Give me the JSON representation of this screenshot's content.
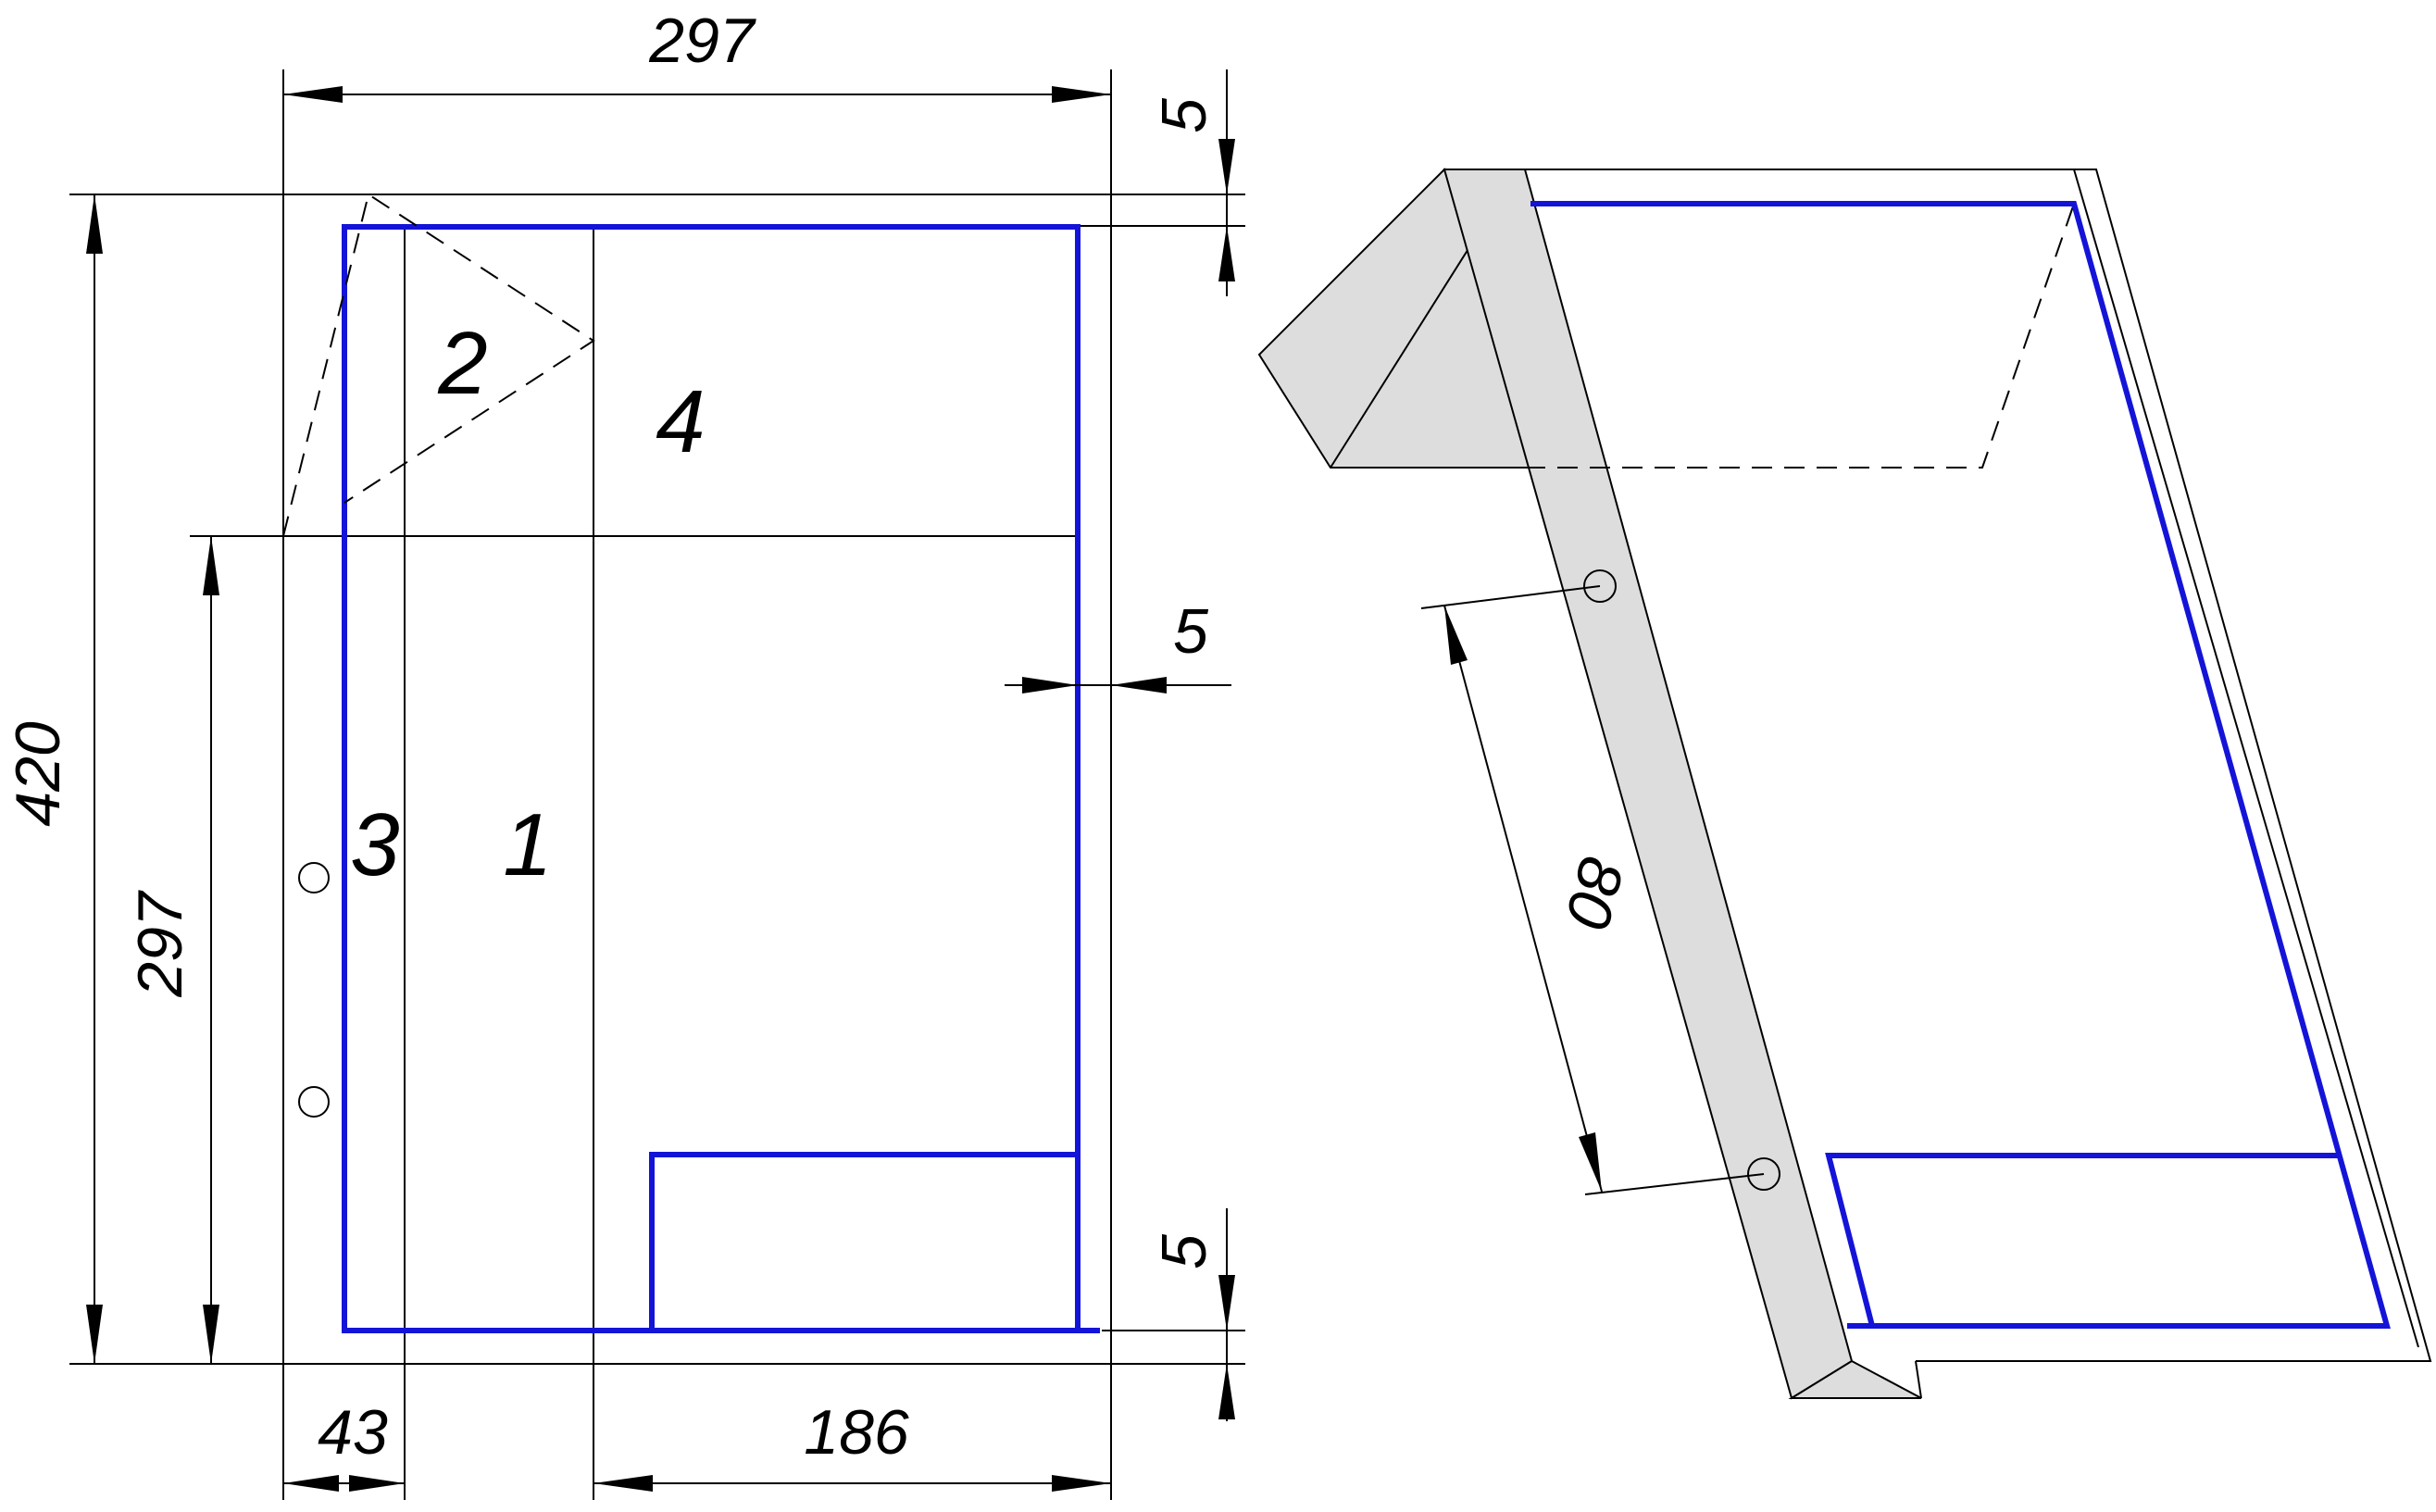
{
  "dimensions": {
    "sheet_width": "297",
    "sheet_height": "420",
    "format_height": "297",
    "fold_width": "43",
    "title_zone_width": "186",
    "margin_top": "5",
    "margin_right": "5",
    "margin_bottom": "5",
    "hole_spacing": "80"
  },
  "zone_labels": {
    "zone_1": "1",
    "zone_2": "2",
    "zone_3": "3",
    "zone_4": "4"
  },
  "colors": {
    "frame": "#1414d8",
    "lines": "#000000",
    "fold_strip": "#dddddd"
  }
}
